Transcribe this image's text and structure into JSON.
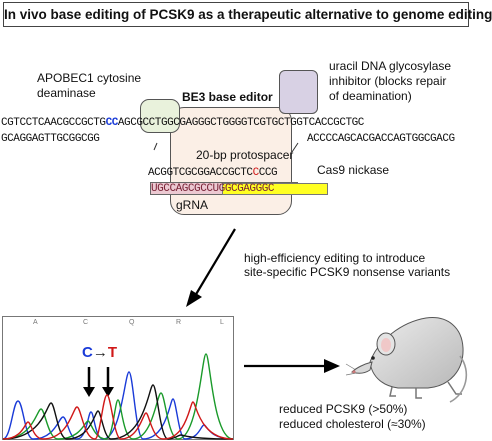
{
  "title": "In vivo base editing of PCSK9 as a therapeutic alternative to genome editing",
  "labels": {
    "apobec_line1": "APOBEC1 cytosine",
    "apobec_line2": "deaminase",
    "be3": "BE3 base editor",
    "udi_line1": "uracil DNA glycosylase",
    "udi_line2": "inhibitor (blocks repair",
    "udi_line3": "of deamination)",
    "protospacer": "20-bp protospacer",
    "cas9": "Cas9 nickase",
    "grna": "gRNA",
    "arrow_line1": "high-efficiency editing to introduce",
    "arrow_line2": "site-specific PCSK9 nonsense variants",
    "result_line1": "reduced PCSK9 (>50%)",
    "result_line2": "reduced cholesterol (≈30%)"
  },
  "sequences": {
    "top_pre": "CGTCCTCAACGCCGCTG",
    "top_cc": "CC",
    "top_post": "AGCGCCTGGCGAGGGCTGGGGTCGTGCTGGTCACCGCTGC",
    "bottom_left": "GCAGGAGTTGCGGCGG",
    "protospacer_strand": "ACGGTCGCGGACCGCTC",
    "protospacer_strand_red": "C",
    "protospacer_strand_end": "CCG",
    "bottom_right": "ACCCCAGCACGACCAGTGGCGACG",
    "grna_seq": "UGCCAGCGCCUGGCGAGGGC"
  },
  "chromatogram": {
    "bases": [
      "A",
      "C",
      "Q",
      "R",
      "L"
    ],
    "edit_from": "C",
    "edit_to": "T",
    "edit_arrow": "→"
  },
  "colors": {
    "be3_fill": "#fbefe6",
    "apobec_fill": "#e9f2dc",
    "udi_fill": "#d8d1e4",
    "grna_fill": "#ecc9d2",
    "cas9_bar": "#ffff22",
    "edit_c": "#1a3bd8",
    "edit_t": "#d01818"
  },
  "icons": [
    "mouse-illustration",
    "down-arrow-icon",
    "right-arrow-icon"
  ]
}
